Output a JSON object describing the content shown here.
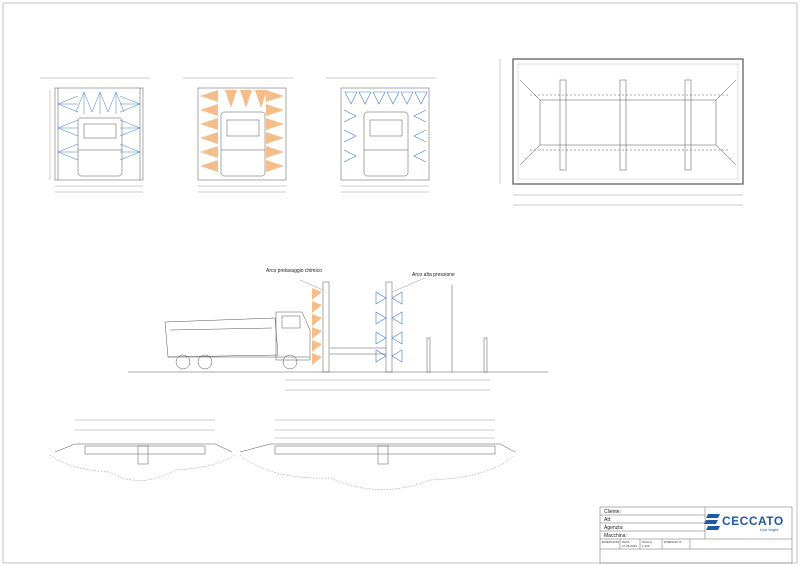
{
  "title_block": {
    "cliente": "Cliente:",
    "att": "Att:",
    "agenzia": "Agenzia:",
    "macchina": "Macchina:",
    "date_value": "27.06.2022",
    "scale_value": "1:100",
    "date_header": "DATA",
    "scale_header": "SCALA",
    "drawing_header": "DISEGNATO",
    "disegno_header": "DISEGNO N°"
  },
  "brand": {
    "name": "CECCATO",
    "tagline": "Live bright",
    "color": "#1f5aa6"
  },
  "labels": {
    "archi_prelavaggio": "Arco prelavaggio chimico",
    "arco_alta_pressione": "Arco alta pressione"
  },
  "colors": {
    "line": "#555555",
    "spray_blue": "#3a7bd5",
    "spray_orange": "#f2a25a",
    "terrain": "#888888"
  }
}
